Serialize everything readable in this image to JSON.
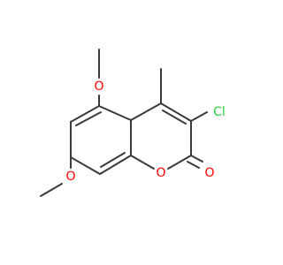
{
  "molecule": {
    "atoms": {
      "O_methoxy_top": "O",
      "O_methoxy_left": "O",
      "O_ring": "O",
      "O_carbonyl": "O",
      "Cl": "Cl"
    },
    "colors": {
      "bond": "#3a3a3a",
      "oxygen": "#ff0000",
      "chlorine": "#2ecc40"
    }
  }
}
